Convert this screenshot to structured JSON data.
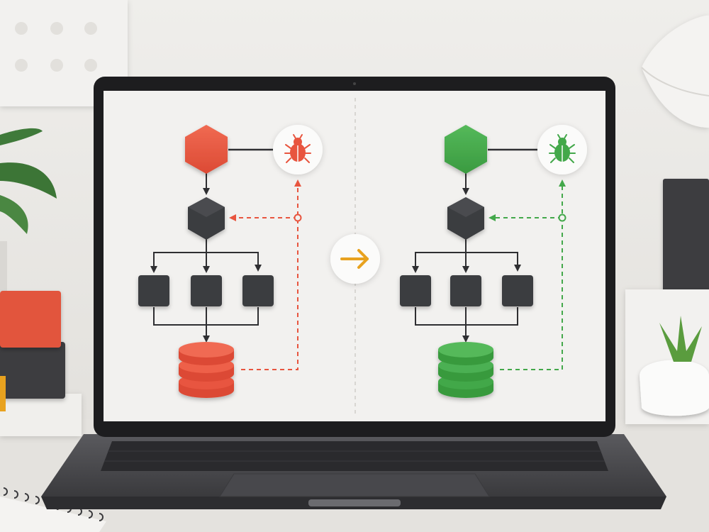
{
  "scene": {
    "description_free": true
  },
  "colors": {
    "wall": "#ecebe8",
    "desk": "#e6e4e0",
    "bezel": "#1d1d1f",
    "screen": "#f1f0ee",
    "laptop_body": "#4a4a4d",
    "keyboard": "#2b2b2e",
    "node_dark": "#3b3c3f",
    "bug_red": "#e8553f",
    "fixed_green": "#43a84a",
    "arrow_orange": "#e8a21f",
    "line": "#2f2f32"
  },
  "icons": {
    "left_bug": "bug-icon",
    "right_bug": "bug-icon",
    "transition": "arrow-right-icon"
  },
  "diagram": {
    "left_state": "buggy",
    "right_state": "fixed",
    "children": 3
  }
}
